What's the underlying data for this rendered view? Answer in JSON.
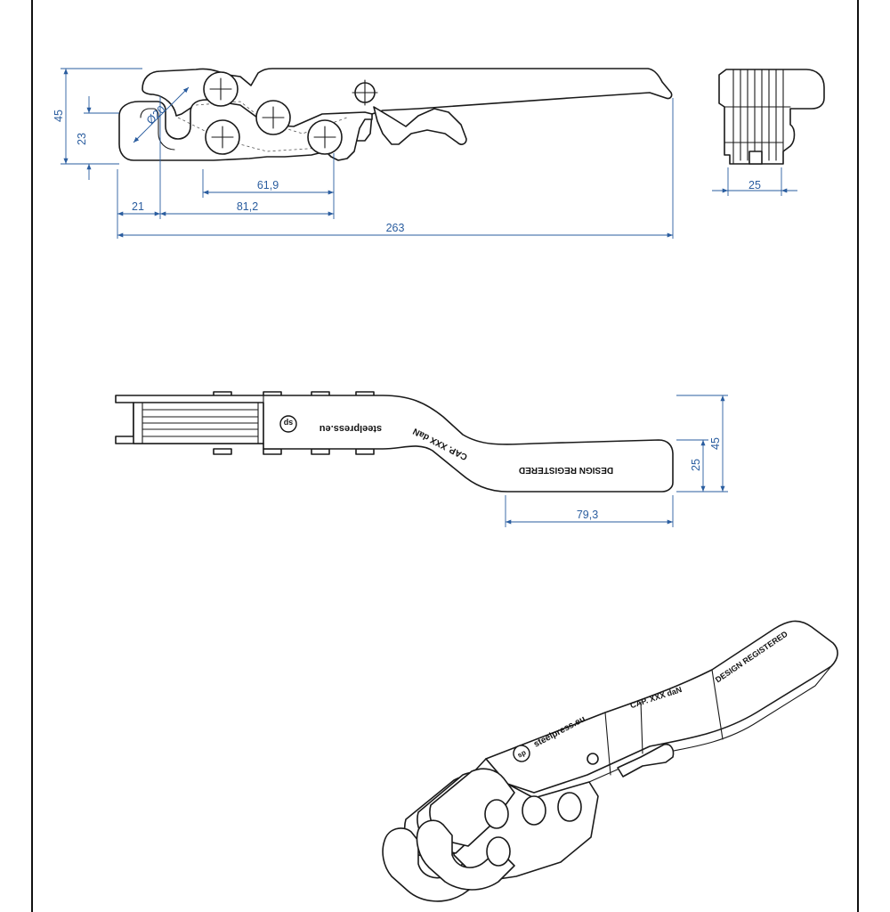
{
  "dimensions": {
    "height_total": "45",
    "height_jaw": "23",
    "diameter": "Ø20",
    "offset": "21",
    "pin_to_pin": "61,9",
    "hook_to_pin": "81,2",
    "overall_length": "263",
    "side_width": "25",
    "top_tip_width": "25",
    "top_total_width": "45",
    "top_handle_length": "79,3"
  },
  "engravings": {
    "brand": "steelpress.eu",
    "capacity": "CAP. XXX daN",
    "design": "DESIGN REGISTERED"
  },
  "colors": {
    "dimension": "#2a5d9f",
    "outline": "#1a1a1a"
  }
}
